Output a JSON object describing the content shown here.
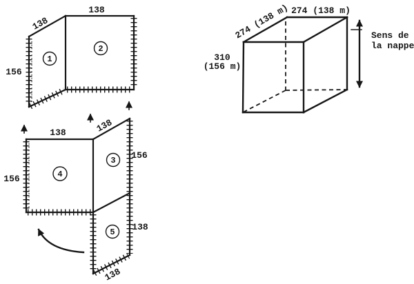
{
  "page": {
    "background": "#ffffff",
    "ink": "#161616"
  },
  "flat_pattern": {
    "top_assembly": {
      "panel_1": {
        "number": "1",
        "dim_top": "138",
        "dim_left": "156"
      },
      "panel_2": {
        "number": "2",
        "dim_top": "138"
      }
    },
    "bottom_assembly": {
      "panel_3": {
        "number": "3",
        "dim_top": "138",
        "dim_right": "156"
      },
      "panel_4": {
        "number": "4",
        "dim_top": "138",
        "dim_left": "156"
      },
      "panel_5": {
        "number": "5",
        "dim_right": "138",
        "dim_bottom": "138"
      }
    }
  },
  "box_3d": {
    "dim_depth_edge": "274 (138 m)",
    "dim_width_edge": "274 (138 m)",
    "dim_height": "310",
    "dim_height_meters": "(156 m)",
    "grain_line1": "Sens de",
    "grain_line2": "la nappe"
  }
}
